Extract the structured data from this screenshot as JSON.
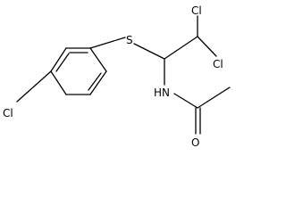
{
  "molecule": {
    "atoms": {
      "cl_ring": "Cl",
      "s": "S",
      "cl_top": "Cl",
      "cl_right": "Cl",
      "nh": "HN",
      "o": "O"
    }
  },
  "colors": {
    "bond": "#000000",
    "text": "#000000",
    "background": "#ffffff"
  }
}
